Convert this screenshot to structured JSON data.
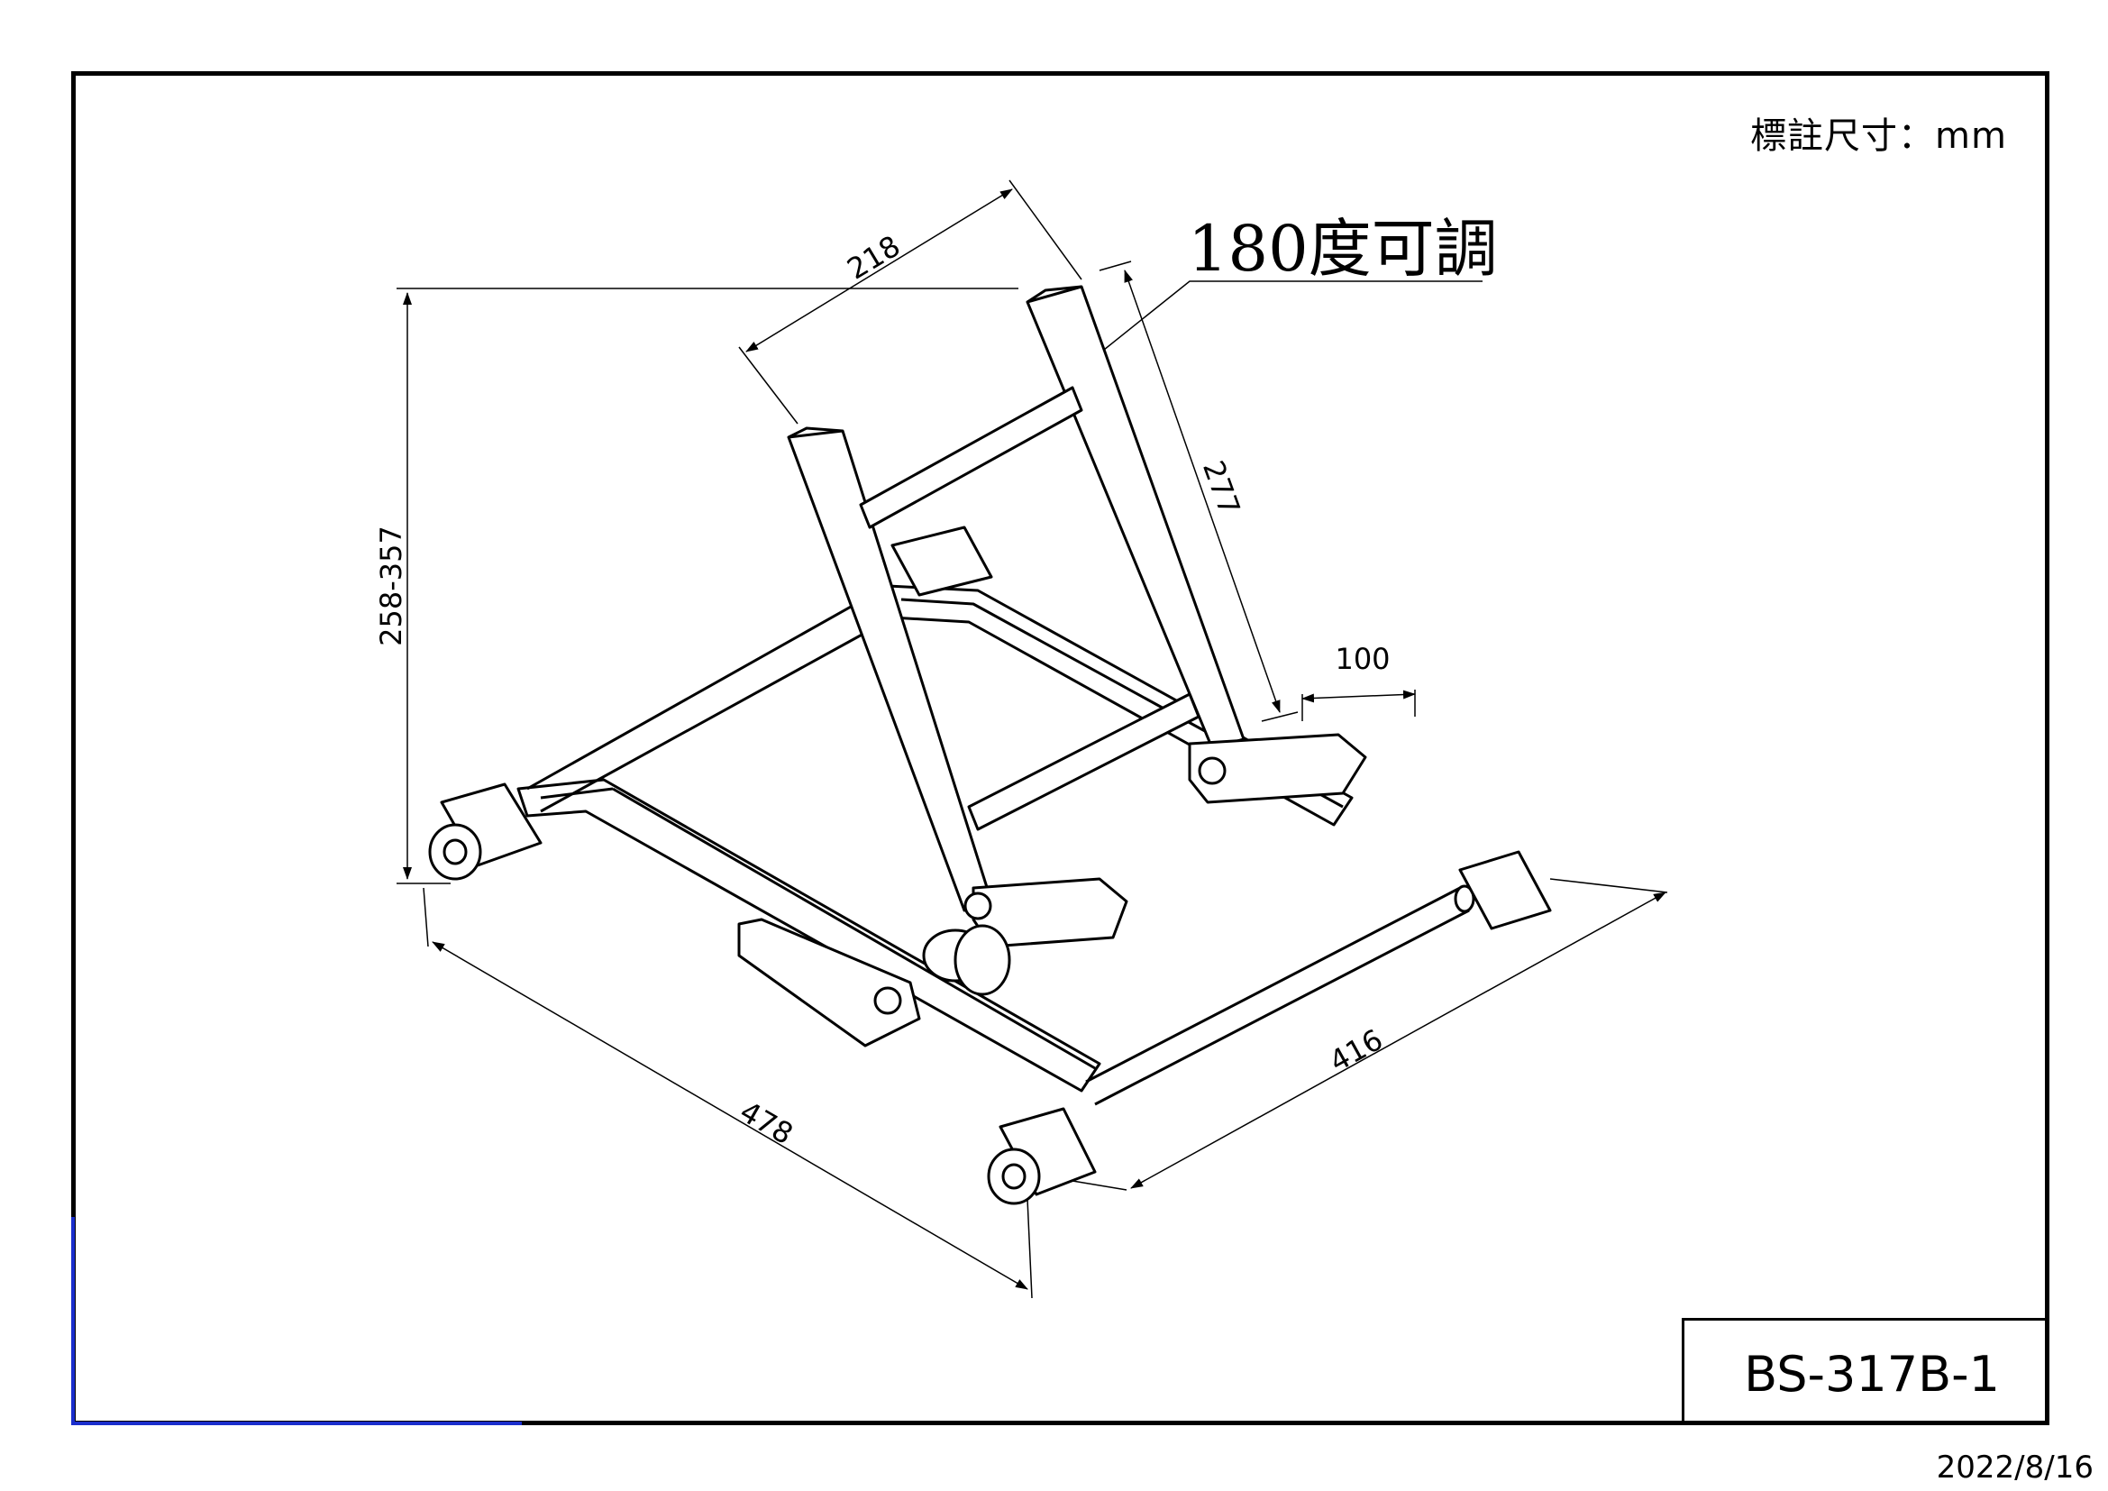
{
  "header": {
    "units_label": "標註尺寸：mm"
  },
  "annotations": {
    "adjust_note": "180度可調"
  },
  "dimensions": {
    "top_width": "218",
    "height_range": "258-357",
    "arm_length": "277",
    "clamp_width": "100",
    "base_length": "478",
    "base_width": "416"
  },
  "title_block": {
    "drawing_number": "BS-317B-1"
  },
  "footer": {
    "date": "2022/8/16"
  },
  "colors": {
    "line": "#000000",
    "frame_accent": "#1a2ecc",
    "background": "#ffffff"
  }
}
